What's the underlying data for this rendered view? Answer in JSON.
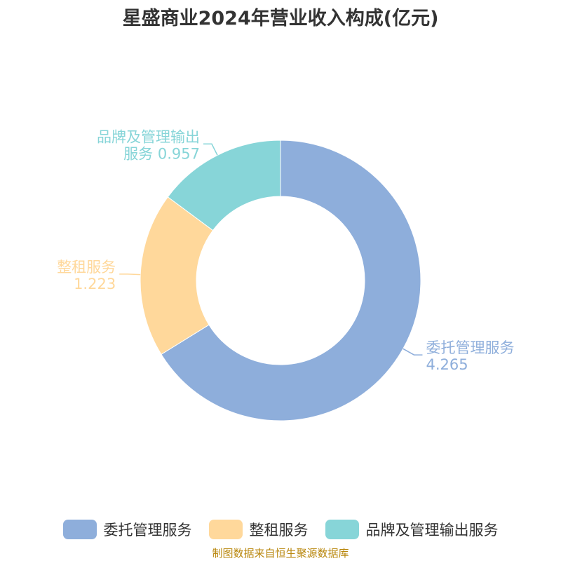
{
  "chart_data": {
    "type": "pie",
    "variant": "donut",
    "title": "星盛商业2024年营业收入构成(亿元)",
    "categories": [
      "委托管理服务",
      "整租服务",
      "品牌及管理输出服务"
    ],
    "values": [
      4.265,
      1.223,
      0.957
    ],
    "label_text": [
      [
        "委托管理服务",
        "4.265"
      ],
      [
        "整租服务",
        "1.223"
      ],
      [
        "品牌及管理输出",
        "服务 0.957"
      ]
    ],
    "colors": [
      "#8eaedb",
      "#ffd89b",
      "#87d5d8"
    ],
    "legend_position": "bottom",
    "source": "制图数据来自恒生聚源数据库"
  }
}
